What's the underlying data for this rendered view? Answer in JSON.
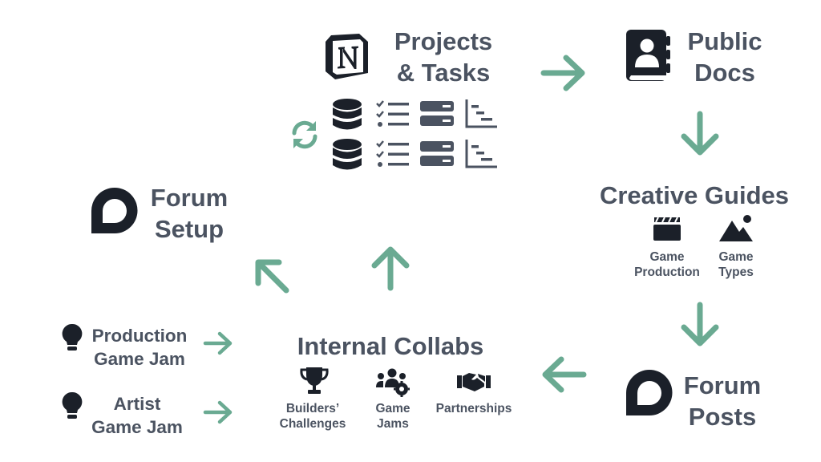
{
  "colors": {
    "accent": "#6aaa92",
    "text": "#4b5361",
    "icon": "#1b2029"
  },
  "nodes": {
    "projects": {
      "line1": "Projects",
      "line2": "& Tasks"
    },
    "public_docs": {
      "line1": "Public",
      "line2": "Docs"
    },
    "creative_guides": {
      "title": "Creative Guides",
      "items": [
        {
          "line1": "Game",
          "line2": "Production",
          "icon": "clapperboard-icon"
        },
        {
          "line1": "Game",
          "line2": "Types",
          "icon": "mountain-image-icon"
        }
      ]
    },
    "forum_setup": {
      "line1": "Forum",
      "line2": "Setup"
    },
    "forum_posts": {
      "line1": "Forum",
      "line2": "Posts"
    },
    "internal_collabs": {
      "title": "Internal Collabs",
      "items": [
        {
          "line1": "Builders’",
          "line2": "Challenges",
          "icon": "trophy-icon"
        },
        {
          "line1": "Game",
          "line2": "Jams",
          "icon": "users-gear-icon"
        },
        {
          "line1": "Partnerships",
          "icon": "handshake-icon"
        }
      ]
    },
    "production_game_jam": {
      "line1": "Production",
      "line2": "Game Jam"
    },
    "artist_game_jam": {
      "line1": "Artist",
      "line2": "Game Jam"
    }
  },
  "icons": {
    "projects": "notion-logo-icon",
    "public_docs": "contact-book-icon",
    "forum": "chat-bubble-icon",
    "ideas": "lightbulb-icon",
    "sync": "sync-icon",
    "db_views": [
      "database-icon",
      "checklist-icon",
      "board-icon",
      "timeline-icon"
    ]
  }
}
